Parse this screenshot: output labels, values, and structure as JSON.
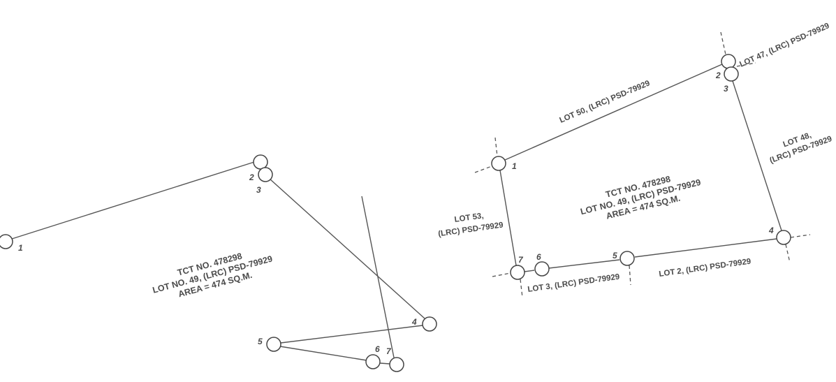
{
  "left_plot": {
    "title_lines": [
      "TCT NO. 478298",
      "LOT NO. 49, (LRC) PSD-79929",
      "AREA = 474 SQ.M."
    ],
    "corners": [
      "1",
      "2",
      "3",
      "4",
      "5",
      "6",
      "7"
    ]
  },
  "right_plot": {
    "title_lines": [
      "TCT NO. 478298",
      "LOT NO. 49, (LRC) PSD-79929",
      "AREA = 474 SQ.M."
    ],
    "corners": [
      "1",
      "2",
      "3",
      "4",
      "5",
      "6",
      "7"
    ],
    "adjoining_lots": {
      "lot50": "LOT 50, (LRC) PSD-79929",
      "lot47": "LOT 47, (LRC) PSD-79929",
      "lot48_a": "LOT 48,",
      "lot48_b": "(LRC) PSD-79929",
      "lot53_a": "LOT 53,",
      "lot53_b": "(LRC) PSD-79929",
      "lot3": "LOT 3, (LRC) PSD-79929",
      "lot2": "LOT 2, (LRC) PSD-79929"
    }
  }
}
